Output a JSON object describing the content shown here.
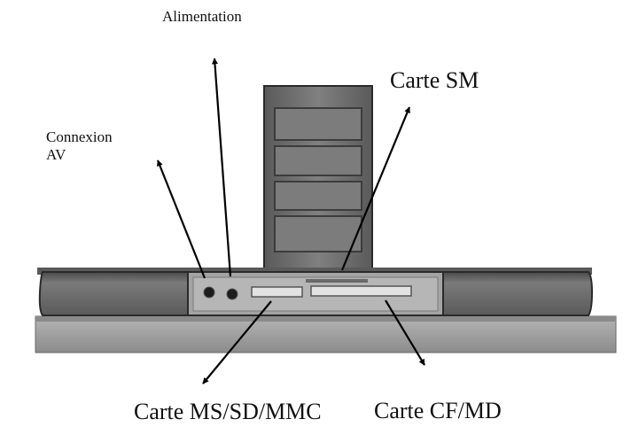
{
  "labels": {
    "alimentation": "Alimentation",
    "connexion_line1": "Connexion",
    "connexion_line2": "AV",
    "carte_sm": "Carte SM",
    "carte_ms_sd_mmc": "Carte MS/SD/MMC",
    "carte_cf_md": "Carte CF/MD"
  },
  "colors": {
    "arrow": "#000000",
    "device_dark": "#3a3a3a",
    "device_mid": "#6e6e6e",
    "device_light": "#a8a8a8",
    "device_lighter": "#c4c4c4"
  }
}
